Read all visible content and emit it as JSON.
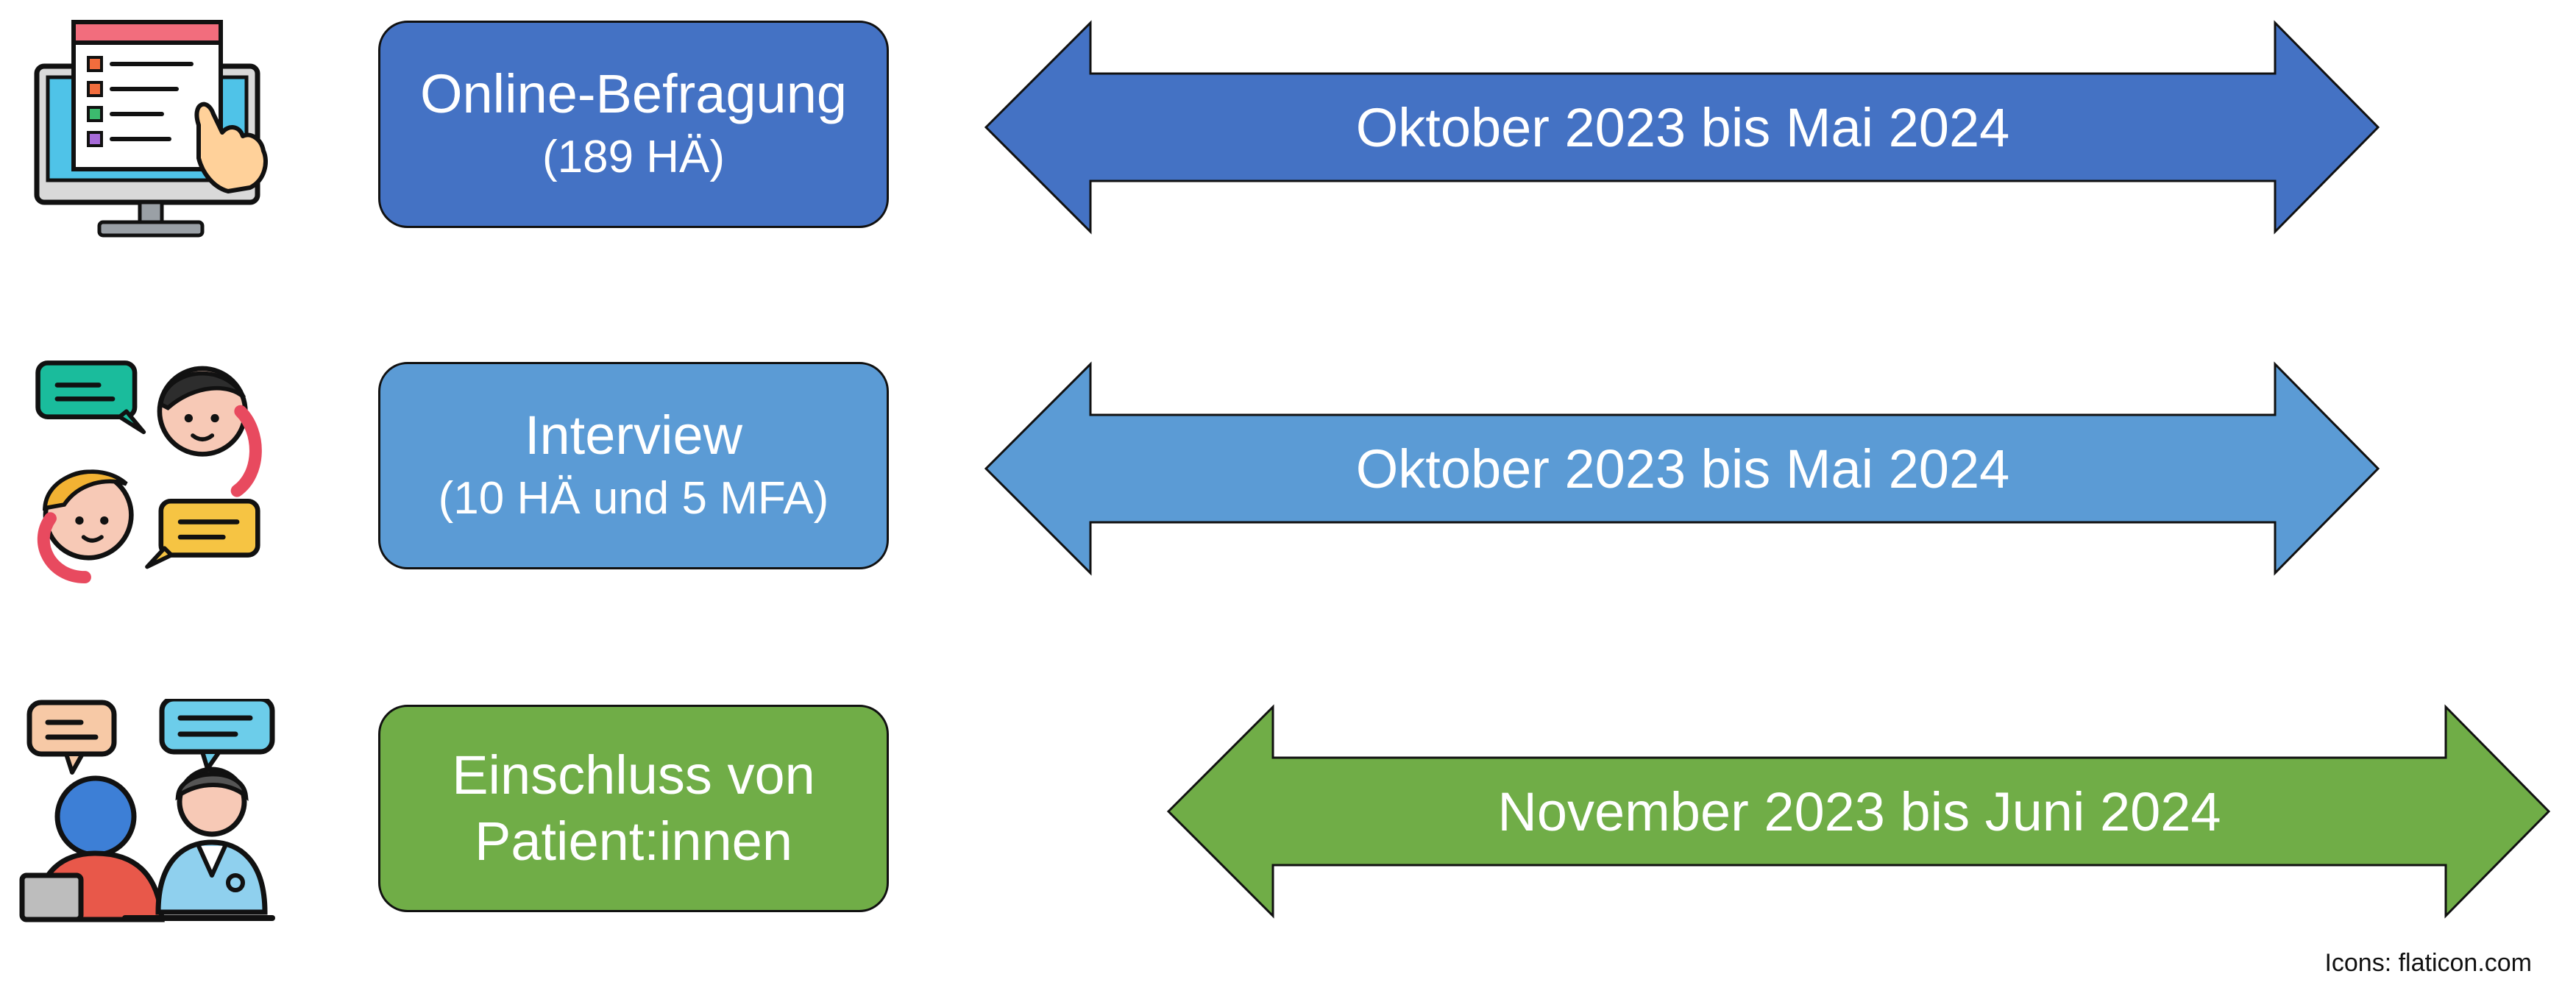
{
  "rows": [
    {
      "icon": "computer-survey-icon",
      "label_line_1": "Online-Befragung",
      "label_line_2": "(189 HÄ)",
      "period": "Oktober 2023 bis Mai 2024",
      "color": "#4472C4"
    },
    {
      "icon": "phone-conversation-icon",
      "label_line_1": "Interview",
      "label_line_2": "(10 HÄ und 5 MFA)",
      "period": "Oktober 2023 bis Mai 2024",
      "color": "#5B9BD5"
    },
    {
      "icon": "doctor-patient-icon",
      "label_line_1": "Einschluss von",
      "label_line_2": "Patient:innen",
      "period": "November 2023 bis Juni 2024",
      "color": "#70AD47"
    }
  ],
  "credit": "Icons: flaticon.com"
}
